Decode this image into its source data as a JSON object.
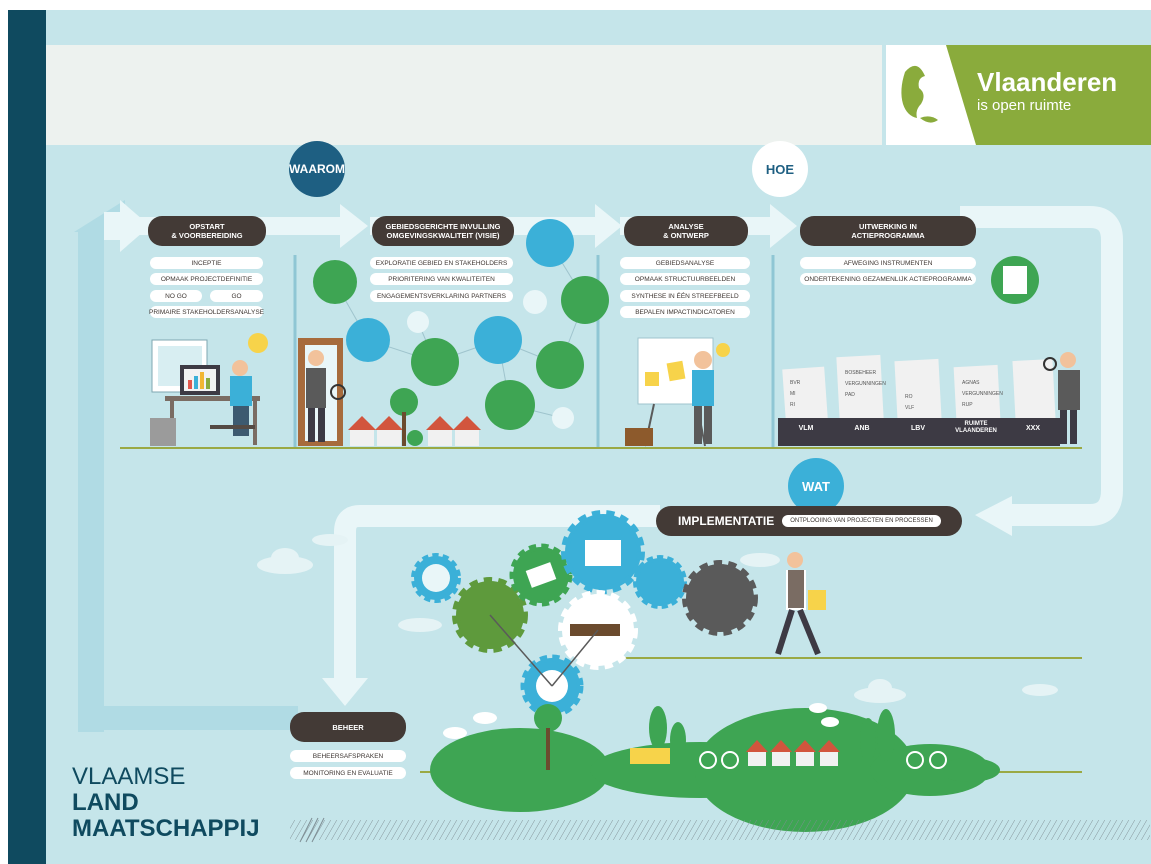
{
  "header": {
    "brand_name": "Vlaanderen",
    "brand_tagline": "is open ruimte"
  },
  "phases": {
    "waarom": "WAAROM",
    "hoe": "HOE",
    "wat": "WAT"
  },
  "steps": [
    {
      "title_1": "OPSTART",
      "title_2": "& VOORBEREIDING",
      "items": [
        "INCEPTIE",
        "OPMAAK PROJECTDEFINITIE",
        "NO GO",
        "GO",
        "PRIMAIRE STAKEHOLDERSANALYSE"
      ]
    },
    {
      "title_1": "GEBIEDSGERICHTE INVULLING",
      "title_2": "OMGEVINGSKWALITEIT (VISIE)",
      "items": [
        "EXPLORATIE GEBIED EN STAKEHOLDERS",
        "PRIORITERING VAN KWALITEITEN",
        "ENGAGEMENTSVERKLARING PARTNERS"
      ]
    },
    {
      "title_1": "ANALYSE",
      "title_2": "& ONTWERP",
      "items": [
        "GEBIEDSANALYSE",
        "OPMAAK STRUCTUURBEELDEN",
        "SYNTHESE IN ÉÉN STREEFBEELD",
        "BEPALEN IMPACTINDICATOREN"
      ]
    },
    {
      "title_1": "UITWERKING IN",
      "title_2": "ACTIEPROGRAMMA",
      "items": [
        "AFWEGING INSTRUMENTEN",
        "ONDERTEKENING GEZAMENLIJK ACTIEPROGRAMMA"
      ]
    }
  ],
  "agencies": [
    "VLM",
    "ANB",
    "LBV",
    "RUIMTE VLAANDEREN",
    "XXX"
  ],
  "folder_notes": {
    "vlm": [
      "BVR",
      "MI",
      "RI"
    ],
    "anb": [
      "BOSBEHEER",
      "VERGUNNINGEN",
      "PAD"
    ],
    "lbv": [
      "RO",
      "VLF"
    ],
    "rv": [
      "AGNAS",
      "VERGUNNINGEN",
      "RUP"
    ]
  },
  "implementation": {
    "title": "IMPLEMENTATIE",
    "subtitle": "ONTPLOOIING VAN PROJECTEN EN PROCESSEN"
  },
  "beheer": {
    "title": "BEHEER",
    "items": [
      "BEHEERSAFSPRAKEN",
      "MONITORING EN EVALUATIE"
    ]
  },
  "organisation": {
    "line1": "VLAAMSE",
    "line2": "LAND",
    "line3": "MAATSCHAPPIJ"
  },
  "colors": {
    "background": "#c5e5ea",
    "arrow": "#e9f6f8",
    "dark_pill": "#433a36",
    "navy": "#0f4a5f",
    "brand_green": "#8aab3c",
    "grass_green": "#3ea553",
    "gear_blue": "#3bb0d8"
  }
}
